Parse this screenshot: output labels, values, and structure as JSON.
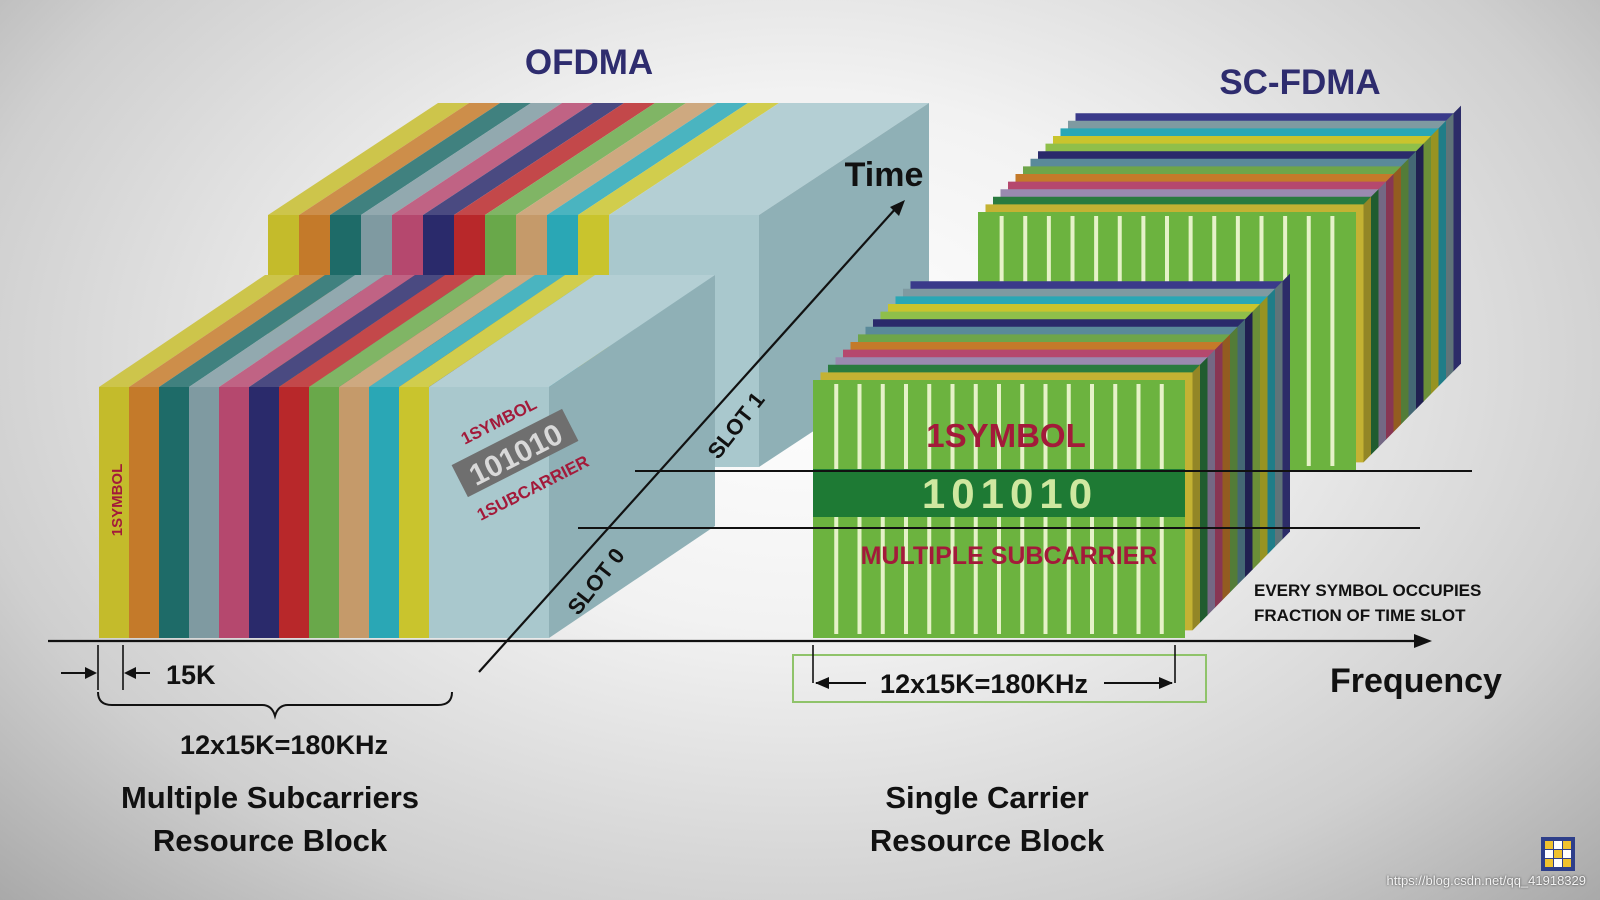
{
  "ofdma": {
    "title": "OFDMA",
    "symbol_label": "1SYMBOL",
    "face_symbol": "1SYMBOL",
    "face_bits": "101010",
    "face_subcarrier": "1SUBCARRIER",
    "spacing_label": "15K",
    "bandwidth_label": "12x15K=180KHz",
    "caption_line1": "Multiple Subcarriers",
    "caption_line2": "Resource Block"
  },
  "scfdma": {
    "title": "SC-FDMA",
    "face_symbol": "1SYMBOL",
    "face_bits": "101010",
    "face_subcarrier": "MULTIPLE SUBCARRIER",
    "note_line1": "EVERY SYMBOL OCCUPIES",
    "note_line2": "FRACTION OF TIME SLOT",
    "bandwidth_label": "12x15K=180KHz",
    "caption_line1": "Single Carrier",
    "caption_line2": "Resource Block"
  },
  "axes": {
    "time_label": "Time",
    "frequency_label": "Frequency",
    "slot0_label": "SLOT 0",
    "slot1_label": "SLOT 1"
  },
  "subcarrier_colors": [
    "#c4bb2b",
    "#c47a2a",
    "#1e6b68",
    "#7f9aa1",
    "#b5486e",
    "#2a2a6b",
    "#b8282a",
    "#69a84a",
    "#c59a6a",
    "#2aa7b5",
    "#c9c42d",
    "#a7c7cc"
  ],
  "scfdma_colors": [
    "#8a1f1f",
    "#c4b233",
    "#2a7b3f",
    "#9a8ab0",
    "#b5486e",
    "#c47a2a",
    "#6ea54a",
    "#5a8a9a",
    "#2a2a6b",
    "#8fbf4a",
    "#c9c42d",
    "#2aa7b5",
    "#7f9aa1",
    "#3a3a8a"
  ],
  "watermark": "https://blog.csdn.net/qq_41918329"
}
